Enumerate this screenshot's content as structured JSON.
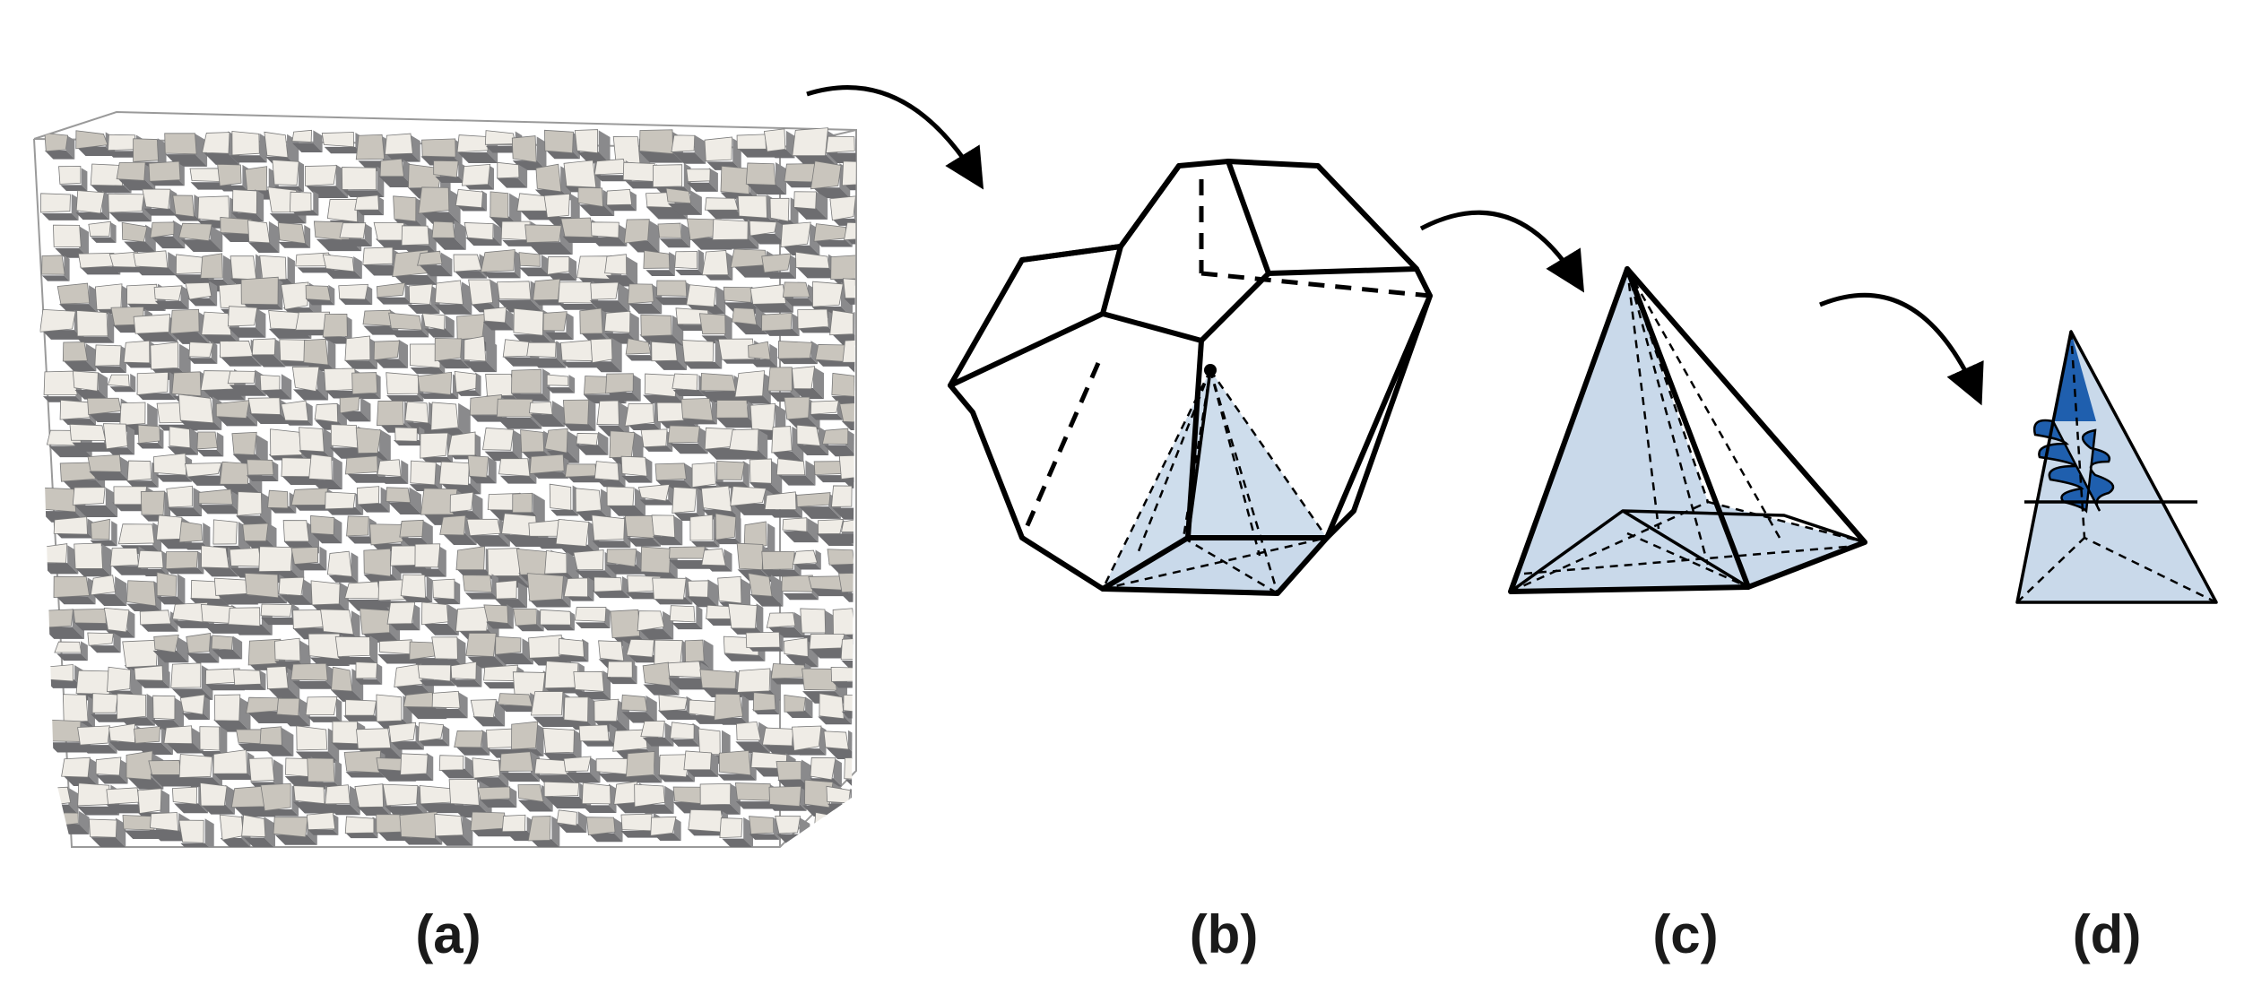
{
  "panels": {
    "a": {
      "label": "(a)",
      "content": "grain-microstructure-cube"
    },
    "b": {
      "label": "(b)",
      "content": "single-grain-polyhedron"
    },
    "c": {
      "label": "(c)",
      "content": "pyramid-subvolume"
    },
    "d": {
      "label": "(d)",
      "content": "tetrahedron-with-crack"
    }
  },
  "colors": {
    "subvolume_fill": "#c9d9ea",
    "crack_region": "#1f5fae",
    "grain_light": "#efece6",
    "grain_dark": "#8a8a8c",
    "outline": "#000000",
    "cube_frame": "#9a9a9a"
  }
}
